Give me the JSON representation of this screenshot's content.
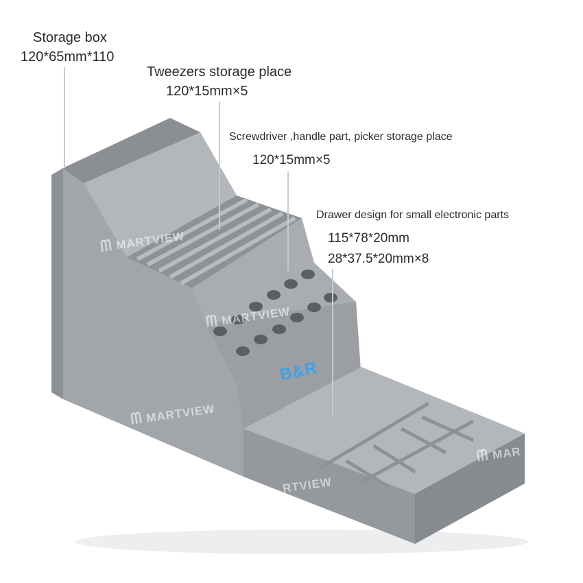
{
  "labels": {
    "storage_box": {
      "title": "Storage box",
      "size": "120*65mm*110"
    },
    "tweezers": {
      "title": "Tweezers storage place",
      "size": "120*15mm×5"
    },
    "screwdriver": {
      "title": "Screwdriver ,handle part, picker storage place",
      "size": "120*15mm×5"
    },
    "drawer": {
      "title": "Drawer design for small electronic parts",
      "size_main": "115*78*20mm",
      "size_cells": "28*37.5*20mm×8"
    }
  },
  "brand_logo": "B&R",
  "watermark": {
    "text": "MARTVIEW",
    "partial_1": "MAR",
    "partial_2": "RTVIEW",
    "icon": "m-logo-icon"
  },
  "colors": {
    "box": "#9a9ea3",
    "box_light": "#b5b8bc",
    "box_dark": "#7f8388",
    "brand": "#3fa0e6"
  }
}
